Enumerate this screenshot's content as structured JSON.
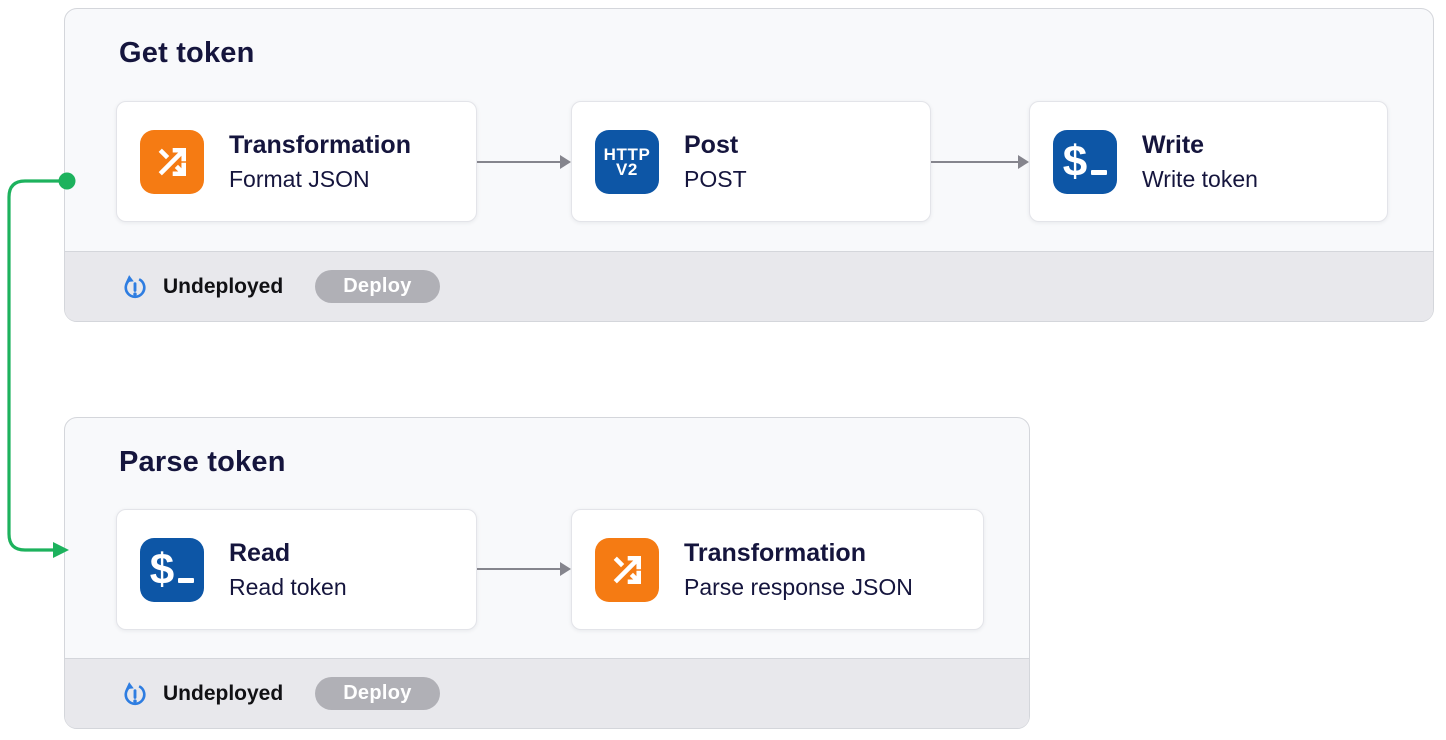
{
  "colors": {
    "transformation_orange": "#F57B13",
    "endpoint_blue": "#0D56A6",
    "undeployed_icon_blue": "#2E7DE1",
    "connector_green": "#1DB25D",
    "arrow_gray": "#85858D",
    "deploy_pill_gray": "#B0B0B6",
    "text_navy": "#15153D",
    "card_border": "#D4D6DB"
  },
  "pipelines": [
    {
      "title": "Get token",
      "status": {
        "icon": "undeployed-icon",
        "label": "Undeployed",
        "deploy_label": "Deploy"
      },
      "nodes": [
        {
          "icon": "shuffle-icon",
          "title": "Transformation",
          "subtitle": "Format JSON"
        },
        {
          "icon": "http-v2-icon",
          "icon_lines": [
            "HTTP",
            "V2"
          ],
          "title": "Post",
          "subtitle": "POST"
        },
        {
          "icon": "terminal-icon",
          "icon_glyph": "$",
          "title": "Write",
          "subtitle": "Write token"
        }
      ]
    },
    {
      "title": "Parse token",
      "status": {
        "icon": "undeployed-icon",
        "label": "Undeployed",
        "deploy_label": "Deploy"
      },
      "nodes": [
        {
          "icon": "terminal-icon",
          "icon_glyph": "$",
          "title": "Read",
          "subtitle": "Read token"
        },
        {
          "icon": "shuffle-icon",
          "title": "Transformation",
          "subtitle": "Parse response JSON"
        }
      ]
    }
  ]
}
